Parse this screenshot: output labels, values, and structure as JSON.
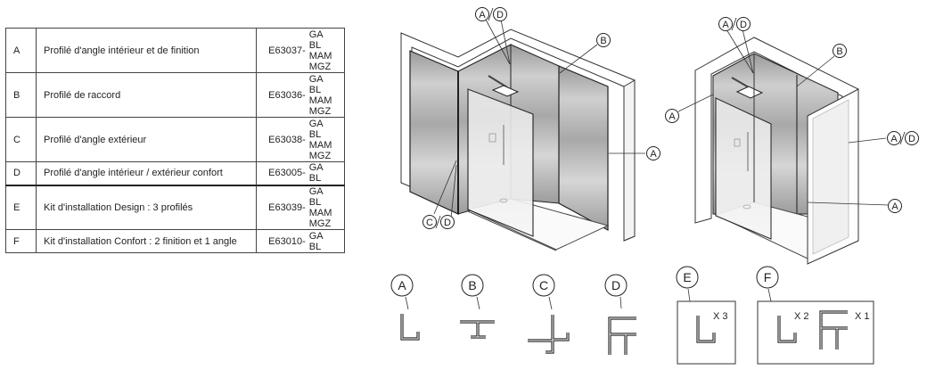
{
  "table": {
    "rows": [
      {
        "letter": "A",
        "description": "Profilé d'angle intérieur et de finition",
        "code": "E63037-",
        "variants": [
          "GA",
          "BL",
          "MAM",
          "MGZ"
        ]
      },
      {
        "letter": "B",
        "description": "Profilé de raccord",
        "code": "E63036-",
        "variants": [
          "GA",
          "BL",
          "MAM",
          "MGZ"
        ]
      },
      {
        "letter": "C",
        "description": "Profilé d'angle extérieur",
        "code": "E63038-",
        "variants": [
          "GA",
          "BL",
          "MAM",
          "MGZ"
        ]
      },
      {
        "letter": "D",
        "description": "Profilé d'angle intérieur / extérieur confort",
        "code": "E63005-",
        "variants": [
          "GA",
          "BL"
        ]
      },
      {
        "letter": "E",
        "description": "Kit d'installation Design : 3 profilés",
        "code": "E63039-",
        "variants": [
          "GA",
          "BL",
          "MAM",
          "MGZ"
        ]
      },
      {
        "letter": "F",
        "description": "Kit d'installation Confort : 2 finition et 1 angle",
        "code": "E63010-",
        "variants": [
          "GA",
          "BL"
        ]
      }
    ]
  },
  "diagram_left": {
    "callouts": {
      "top_a": "A",
      "top_d": "D",
      "b": "B",
      "right_a": "A",
      "bottom_c": "C",
      "bottom_d": "D"
    }
  },
  "diagram_right": {
    "callouts": {
      "top_a": "A",
      "top_d": "D",
      "b": "B",
      "left_a": "A",
      "right_a": "A",
      "right_d": "D",
      "bottom_a": "A"
    }
  },
  "profiles": {
    "a": {
      "label": "A"
    },
    "b": {
      "label": "B"
    },
    "c": {
      "label": "C"
    },
    "d": {
      "label": "D"
    },
    "e": {
      "label": "E",
      "qty": "X 3"
    },
    "f": {
      "label": "F",
      "qty_l": "X 2",
      "qty_f": "X 1"
    }
  }
}
